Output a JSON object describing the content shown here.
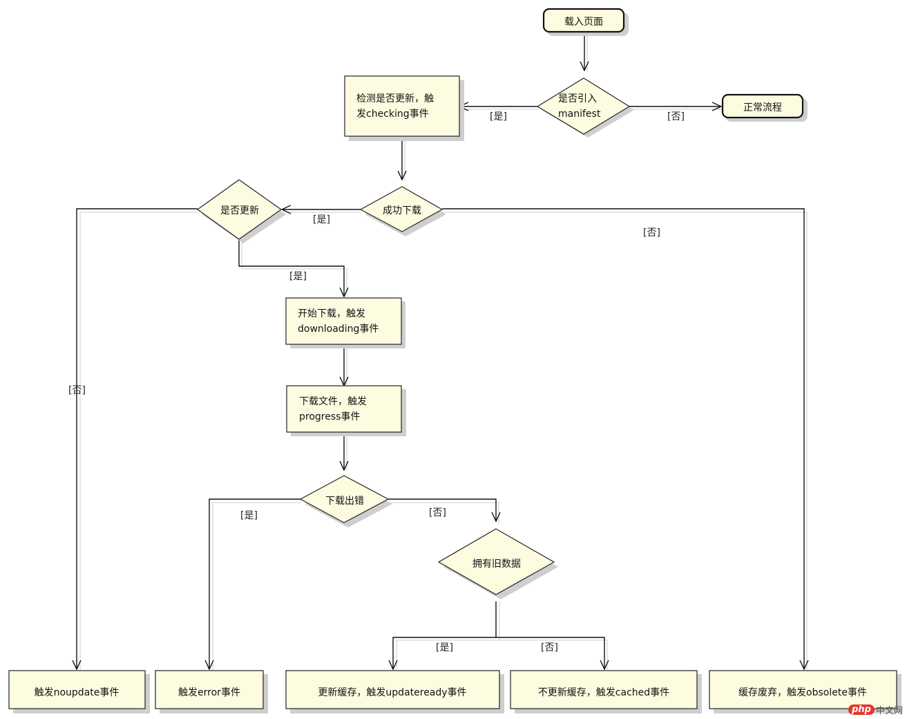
{
  "diagram": {
    "nodes": {
      "load_page": [
        "载入页面"
      ],
      "has_manifest": [
        "是否引入",
        "manifest"
      ],
      "normal_flow": [
        "正常流程"
      ],
      "check_update": [
        "检测是否更新，触",
        "发checking事件"
      ],
      "download_success": [
        "成功下载"
      ],
      "is_updated": [
        "是否更新"
      ],
      "start_download": [
        "开始下载，触发",
        "downloading事件"
      ],
      "download_files": [
        "下载文件，触发",
        "progress事件"
      ],
      "download_error": [
        "下载出错"
      ],
      "has_old_data": [
        "拥有旧数据"
      ],
      "fire_noupdate": [
        "触发noupdate事件"
      ],
      "fire_error": [
        "触发error事件"
      ],
      "update_cache": [
        "更新缓存，触发updateready事件"
      ],
      "no_update_cache": [
        "不更新缓存，触发cached事件"
      ],
      "obsolete_cache": [
        "缓存废弃，触发obsolete事件"
      ]
    },
    "edge_labels": {
      "manifest_yes": "[是]",
      "manifest_no": "[否]",
      "success_yes": "[是]",
      "success_no": "[否]",
      "updated_yes": "[是]",
      "updated_no": "[否]",
      "error_yes": "[是]",
      "error_no": "[否]",
      "old_data_yes": "[是]",
      "old_data_no": "[否]"
    }
  },
  "watermark": {
    "logo": "php",
    "name": "中文网"
  },
  "colors": {
    "node_fill": "#fdfbe0",
    "stroke": "#111111",
    "shadow": "#cfcfcf"
  }
}
